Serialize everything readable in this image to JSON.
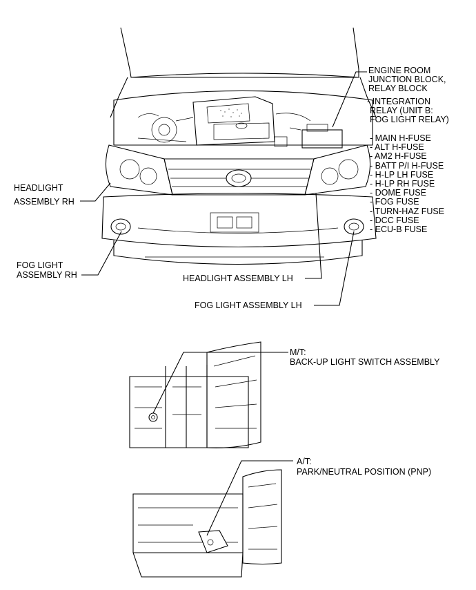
{
  "labels": {
    "engine_room_block": [
      "ENGINE ROOM",
      "JUNCTION BLOCK,",
      "RELAY BLOCK"
    ],
    "integration_relay": [
      " - INTEGRATION",
      "RELAY (UNIT B:",
      "FOG LIGHT RELAY)"
    ],
    "fuses": [
      "- MAIN H-FUSE",
      "- ALT H-FUSE",
      "- AM2 H-FUSE",
      "- BATT P/I H-FUSE",
      "- H-LP LH FUSE",
      "- H-LP RH FUSE",
      "- DOME FUSE",
      "- FOG FUSE",
      "- TURN-HAZ FUSE",
      "- DCC FUSE",
      "- ECU-B FUSE"
    ],
    "headlight_rh": [
      "HEADLIGHT",
      "ASSEMBLY RH"
    ],
    "fog_light_rh": [
      "FOG LIGHT",
      "ASSEMBLY RH"
    ],
    "headlight_lh": "HEADLIGHT ASSEMBLY LH",
    "fog_light_lh": "FOG LIGHT ASSEMBLY LH",
    "mt_switch": [
      "M/T:",
      "BACK-UP LIGHT SWITCH ASSEMBLY"
    ],
    "at_switch": [
      "A/T:",
      "PARK/NEUTRAL POSITION (PNP)"
    ]
  }
}
